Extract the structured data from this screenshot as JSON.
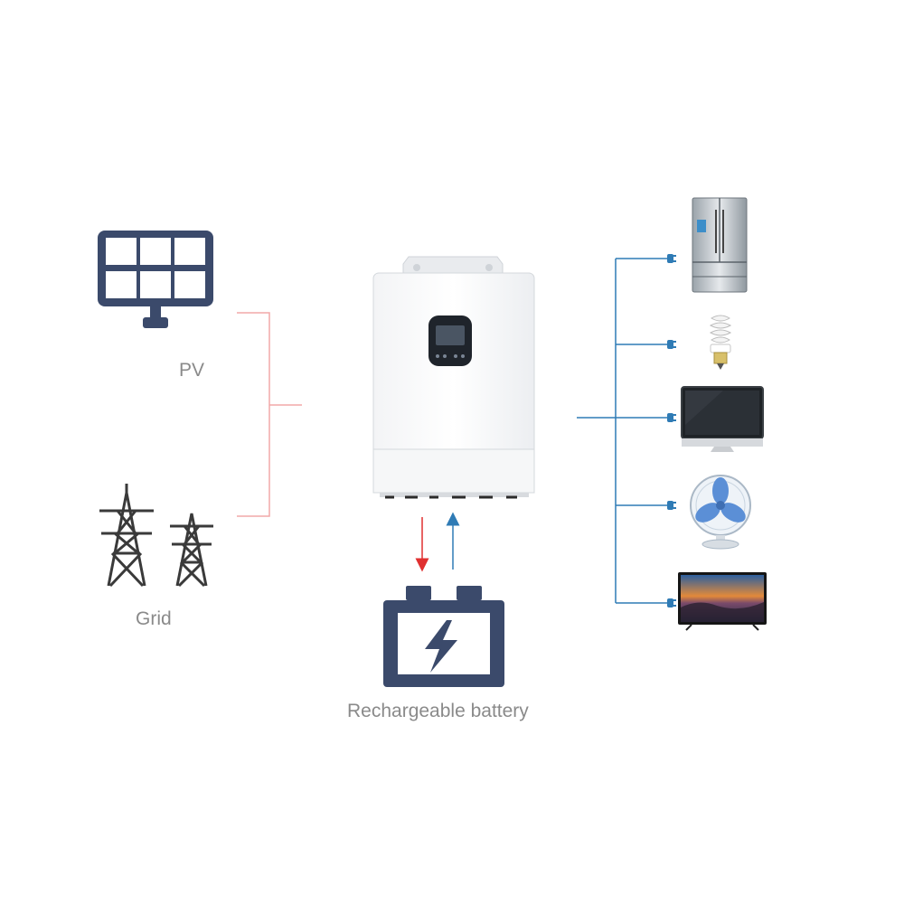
{
  "diagram": {
    "sources": [
      {
        "label": "PV",
        "icon": "solar-panel-icon"
      },
      {
        "label": "Grid",
        "icon": "power-tower-icon"
      }
    ],
    "storage": {
      "label": "Rechargeable battery",
      "icon": "battery-icon"
    },
    "device": {
      "icon": "hybrid-inverter-icon"
    },
    "loads": [
      {
        "icon": "refrigerator-icon"
      },
      {
        "icon": "light-bulb-icon"
      },
      {
        "icon": "computer-monitor-icon"
      },
      {
        "icon": "electric-fan-icon"
      },
      {
        "icon": "television-icon"
      }
    ],
    "colors": {
      "source_line": "#f2a9a9",
      "load_line": "#2f7bb5",
      "charge_arrow": "#e03030",
      "discharge_arrow": "#2f7bb5",
      "icon_navy": "#3b4a6b",
      "label_gray": "#8a8a8a"
    }
  }
}
